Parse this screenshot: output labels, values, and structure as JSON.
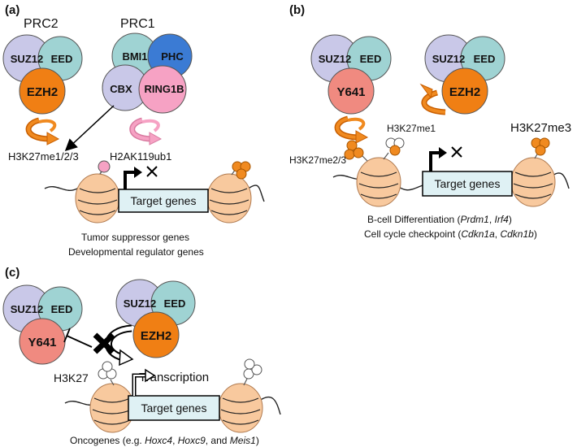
{
  "colors": {
    "suz12": "#c9c8e8",
    "eed": "#9fd3d3",
    "ezh2": "#f07f14",
    "y641": "#f08a80",
    "bmi1": "#9fd3d3",
    "phc": "#3b7bd4",
    "cbx": "#c9c8e8",
    "ring1b": "#f6a2c4",
    "nucleosome": "#f8c99e",
    "gene_box": "#dff1f4",
    "arrow_pink": "#f6a2c4"
  },
  "panel_a": {
    "label": "(a)",
    "prc2": {
      "title": "PRC2",
      "suz12": "SUZ12",
      "eed": "EED",
      "ezh2": "EZH2",
      "mark": "H3K27me1/2/3"
    },
    "prc1": {
      "title": "PRC1",
      "bmi1": "BMI1",
      "phc": "PHC",
      "cbx": "CBX",
      "ring1b": "RING1B",
      "mark": "H2AK119ub1"
    },
    "target": "Target genes",
    "caption_1": "Tumor suppressor genes",
    "caption_2": "Developmental regulator genes"
  },
  "panel_b": {
    "label": "(b)",
    "mutant": {
      "suz12": "SUZ12",
      "eed": "EED",
      "core": "Y641"
    },
    "wildtype": {
      "suz12": "SUZ12",
      "eed": "EED",
      "core": "EZH2"
    },
    "mark_left": "H3K27me2/3",
    "mark_me1": "H3K27me1",
    "mark_me3": "H3K27me3",
    "target": "Target genes",
    "caption_1_prefix": "B-cell Differentiation (",
    "caption_1_gene_1": "Prdm1",
    "caption_1_sep": ", ",
    "caption_1_gene_2": "Irf4",
    "caption_1_suffix": ")",
    "caption_2_prefix": "Cell cycle checkpoint (",
    "caption_2_gene_1": "Cdkn1a",
    "caption_2_sep": ", ",
    "caption_2_gene_2": "Cdkn1b",
    "caption_2_suffix": ")"
  },
  "panel_c": {
    "label": "(c)",
    "mutant": {
      "suz12": "SUZ12",
      "eed": "EED",
      "core": "Y641"
    },
    "wildtype": {
      "suz12": "SUZ12",
      "eed": "EED",
      "core": "EZH2"
    },
    "mark": "H3K27",
    "transcription": "Transcription",
    "target": "Target genes",
    "caption_prefix": "Oncogenes (e.g. ",
    "caption_gene_1": "Hoxc4",
    "caption_sep_1": ", ",
    "caption_gene_2": "Hoxc9",
    "caption_sep_2": ", and ",
    "caption_gene_3": "Meis1",
    "caption_suffix": ")"
  }
}
